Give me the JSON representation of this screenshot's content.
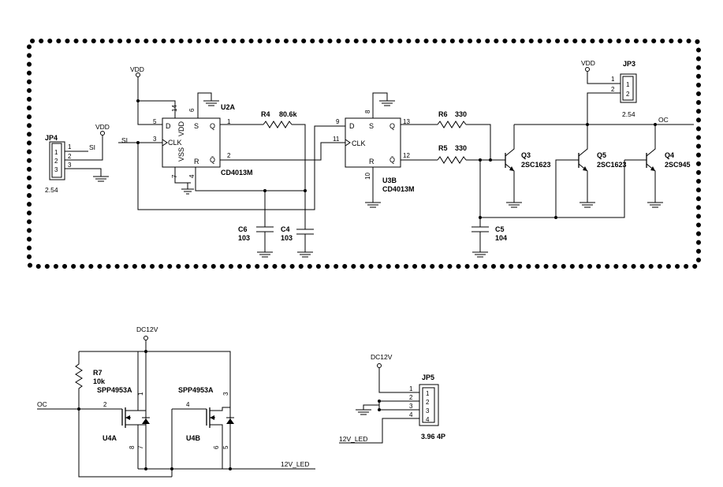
{
  "nets": {
    "vdd": "VDD",
    "dc12v": "DC12V",
    "si": "SI",
    "oc": "OC",
    "led12v": "12V_LED"
  },
  "components": {
    "jp4": {
      "ref": "JP4",
      "pins": [
        "1",
        "2",
        "3"
      ],
      "pitch": "2.54"
    },
    "jp3": {
      "ref": "JP3",
      "pins": [
        "1",
        "2"
      ],
      "pitch": "2.54"
    },
    "jp5": {
      "ref": "JP5",
      "pins": [
        "1",
        "2",
        "3",
        "4"
      ],
      "pitch": "3.96 4P"
    },
    "u2a": {
      "ref": "U2A",
      "part": "CD4013M",
      "inner": {
        "d": "D",
        "s": "S",
        "vdd": "VDD",
        "q": "Q",
        "clk": "CLK",
        "vss": "VSS",
        "r": "R",
        "qbar": "Q̄"
      },
      "pins": {
        "s": "6",
        "vdd": "14",
        "d": "5",
        "clk": "3",
        "q": "1",
        "qbar": "2",
        "r": "4",
        "vss": "7"
      }
    },
    "u3b": {
      "ref": "U3B",
      "part": "CD4013M",
      "inner": {
        "d": "D",
        "s": "S",
        "q": "Q",
        "clk": "CLK",
        "r": "R",
        "qbar": "Q̄"
      },
      "pins": {
        "s": "8",
        "d": "9",
        "clk": "11",
        "q": "13",
        "qbar": "12",
        "r": "10"
      }
    },
    "r4": {
      "ref": "R4",
      "value": "80.6k"
    },
    "r5": {
      "ref": "R5",
      "value": "330"
    },
    "r6": {
      "ref": "R6",
      "value": "330"
    },
    "r7": {
      "ref": "R7",
      "value": "10k"
    },
    "c4": {
      "ref": "C4",
      "value": "103"
    },
    "c5": {
      "ref": "C5",
      "value": "104"
    },
    "c6": {
      "ref": "C6",
      "value": "103"
    },
    "q3": {
      "ref": "Q3",
      "part": "2SC1623"
    },
    "q4": {
      "ref": "Q4",
      "part": "2SC945"
    },
    "q5": {
      "ref": "Q5",
      "part": "2SC1623"
    },
    "u4a": {
      "ref": "U4A",
      "part": "SPP4953A",
      "pins": {
        "gate": "2",
        "source": "1",
        "drain_a": "8",
        "drain_b": "7"
      }
    },
    "u4b": {
      "ref": "U4B",
      "part": "SPP4953A",
      "pins": {
        "gate": "4",
        "source": "3",
        "drain_a": "6",
        "drain_b": "5"
      }
    }
  }
}
